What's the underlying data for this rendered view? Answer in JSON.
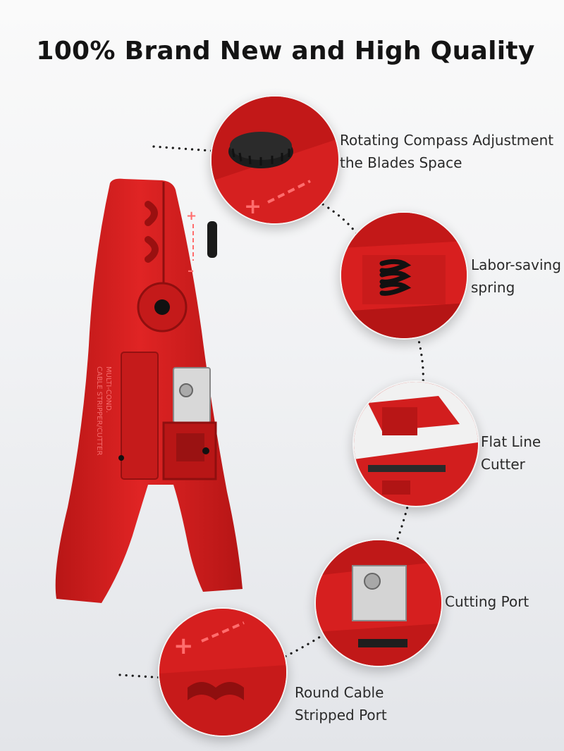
{
  "header": {
    "title": "100% Brand New and High Quality"
  },
  "product": {
    "engraving_line1": "MULTI-COND.",
    "engraving_line2": "CABLE STRIPPER/CUTTER"
  },
  "features": [
    {
      "line1": "Rotating  Compass Adjustment",
      "line2": "the Blades Space"
    },
    {
      "line1": "Labor-saving",
      "line2": "spring"
    },
    {
      "line1": "Flat Line",
      "line2": "Cutter"
    },
    {
      "line1": "Cutting Port",
      "line2": ""
    },
    {
      "line1": "Round Cable",
      "line2": "Stripped Port"
    }
  ],
  "colors": {
    "product_red": "#d61f1f",
    "dark_red": "#a51313",
    "text": "#2a2a2a",
    "dots": "#1a1a1a"
  }
}
